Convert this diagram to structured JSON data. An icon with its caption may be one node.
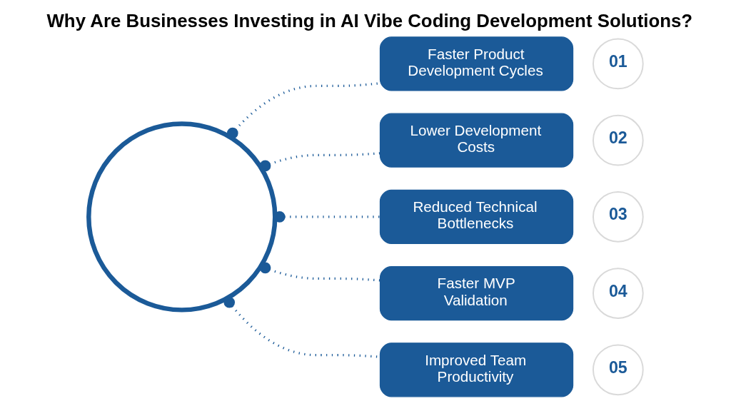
{
  "diagram": {
    "title": "Why Are Businesses Investing in AI Vibe Coding Development Solutions?",
    "nodes": [
      {
        "text": [],
        "shape": "circle"
      },
      {
        "text": [
          "Faster Product Development Cycles"
        ],
        "beside": [
          "01"
        ]
      },
      {
        "text": [
          "Lower Development Costs"
        ],
        "beside": [
          "02"
        ]
      },
      {
        "text": [
          "Reduced Technical Bottlenecks"
        ],
        "beside": [
          "03"
        ]
      },
      {
        "text": [
          "Faster MVP Validation"
        ],
        "beside": [
          "04"
        ]
      },
      {
        "text": [
          "Improved Team Productivity"
        ],
        "beside": [
          "05"
        ]
      }
    ],
    "edges": [
      {
        "from": 0,
        "to": 1,
        "arrow": "other",
        "style": "dashed"
      },
      {
        "from": 0,
        "to": 2,
        "arrow": "other",
        "style": "dashed"
      },
      {
        "from": 0,
        "to": 3,
        "arrow": "other",
        "style": "dashed"
      },
      {
        "from": 0,
        "to": 4,
        "arrow": "other",
        "style": "dashed"
      },
      {
        "from": 0,
        "to": 5,
        "arrow": "other",
        "style": "dashed"
      }
    ]
  }
}
